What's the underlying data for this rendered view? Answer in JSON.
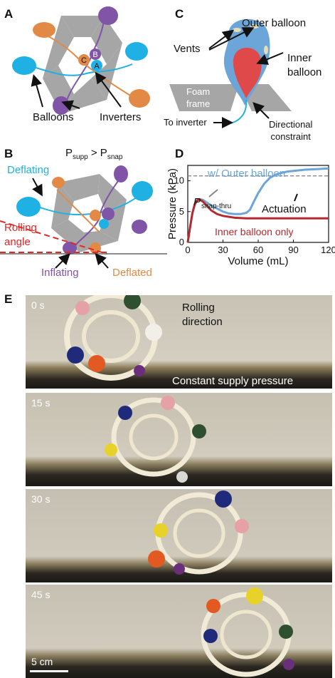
{
  "panels": {
    "A": {
      "letter": "A",
      "node_labels": [
        "C",
        "B",
        "A"
      ],
      "labels": {
        "balloons": "Balloons",
        "inverters": "Inverters"
      }
    },
    "B": {
      "letter": "B",
      "cond_main": "P",
      "cond_sub1": "supp",
      "cond_op": " > P",
      "cond_sub2": "snap",
      "labels": {
        "deflating": "Deflating",
        "rolling_angle": "Rolling\nangle",
        "inflating": "Inflating",
        "deflated": "Deflated"
      }
    },
    "C": {
      "letter": "C",
      "labels": {
        "outer_balloon": "Outer balloon",
        "vents": "Vents",
        "inner_balloon": "Inner\nballoon",
        "foam_frame": "Foam\nframe",
        "to_inverter": "To inverter",
        "directional_constraint": "Directional\nconstraint"
      }
    },
    "D": {
      "letter": "D"
    },
    "E": {
      "letter": "E",
      "frames": [
        {
          "time": "0 s",
          "annotations": {
            "rolling_direction": "Rolling\ndirection",
            "constant_supply": "Constant supply pressure"
          }
        },
        {
          "time": "15 s"
        },
        {
          "time": "30 s"
        },
        {
          "time": "45 s"
        }
      ],
      "scale_bar": "5 cm"
    }
  },
  "colors": {
    "blue": "#1fb1e3",
    "orange": "#e28a45",
    "purple": "#8054a6",
    "gray": "#a6a6a6",
    "outer_curve": "#6ca6d8",
    "inner_curve": "#b52a2e",
    "red_dash": "#e32626"
  },
  "chart_data": {
    "type": "line",
    "xlabel": "Volume (mL)",
    "ylabel": "Pressure (kPa)",
    "xlim": [
      0,
      120
    ],
    "ylim": [
      0,
      12.5
    ],
    "xticks": [
      "0",
      "30",
      "60",
      "90",
      "120"
    ],
    "yticks": [
      "0",
      "5",
      "10"
    ],
    "series": [
      {
        "name": "w/ Outer balloon",
        "color": "#6ca6d8",
        "x": [
          0,
          2,
          4,
          6,
          8,
          10,
          13,
          16,
          20,
          25,
          30,
          35,
          40,
          45,
          50,
          53,
          56,
          60,
          65,
          70,
          75,
          80,
          85,
          90,
          100,
          110,
          120
        ],
        "y": [
          0,
          2.5,
          4.8,
          6.2,
          6.8,
          7.0,
          6.9,
          6.5,
          6.0,
          5.5,
          5.0,
          4.7,
          4.6,
          4.6,
          4.8,
          5.3,
          6.5,
          8.0,
          9.5,
          10.5,
          11.0,
          11.3,
          11.5,
          11.6,
          11.8,
          11.9,
          12.0
        ]
      },
      {
        "name": "Inner balloon only",
        "color": "#b52a2e",
        "x": [
          0,
          2,
          4,
          6,
          8,
          10,
          13,
          16,
          20,
          25,
          30,
          40,
          50,
          60,
          80,
          100,
          120
        ],
        "y": [
          0,
          2.5,
          4.8,
          6.2,
          6.8,
          7.0,
          6.6,
          6.0,
          5.2,
          4.6,
          4.3,
          4.0,
          3.9,
          3.9,
          3.9,
          3.9,
          3.9
        ]
      }
    ],
    "reference_line": {
      "y": 10.8
    },
    "annotations": {
      "snap_main": "P",
      "snap_sub": "snap-thru",
      "actuation": "Actuation"
    }
  }
}
